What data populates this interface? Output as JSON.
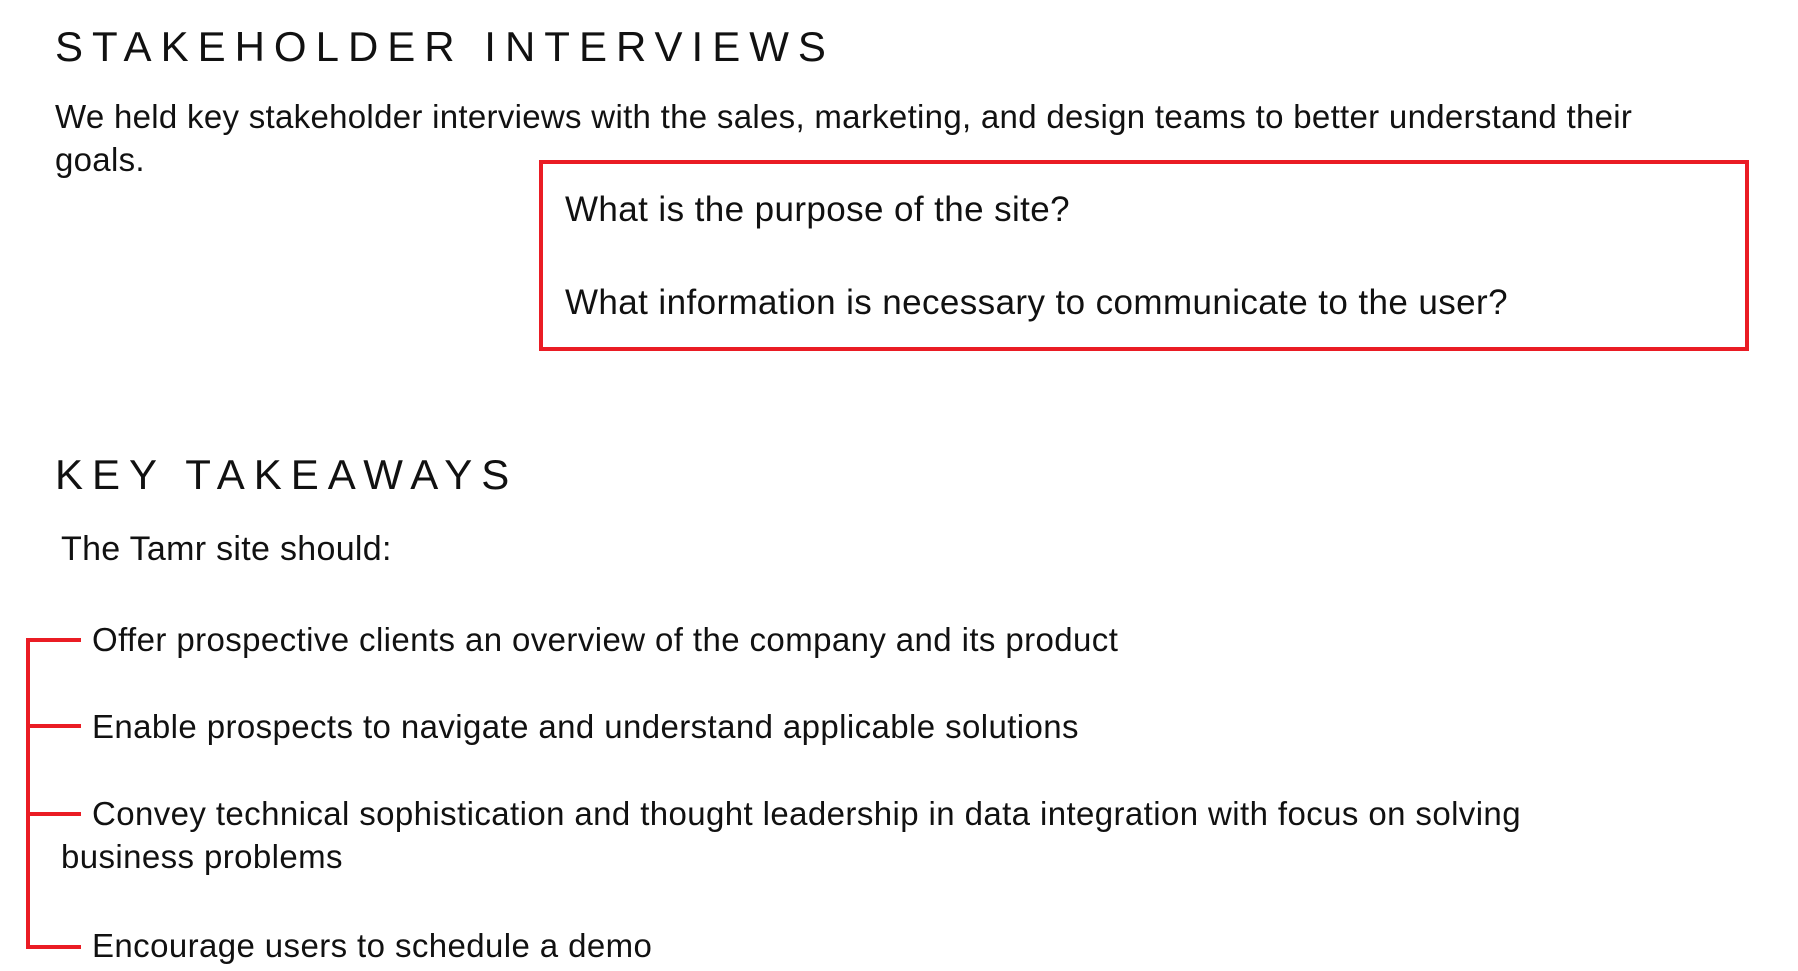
{
  "stakeholder": {
    "title": "STAKEHOLDER INTERVIEWS",
    "intro": "We held key stakeholder interviews with the sales, marketing, and design teams to better understand their goals.",
    "questions": [
      "What is the purpose of the site?",
      "What information is necessary to communicate to the user?"
    ]
  },
  "takeaways": {
    "title": "KEY TAKEAWAYS",
    "lead": "The Tamr site should:",
    "items": [
      "Offer prospective clients an overview of the company and its product",
      "Enable prospects to navigate and understand applicable solutions",
      "Convey technical sophistication and thought leadership in data integration with focus on solving business problems",
      "Encourage users to schedule a demo"
    ]
  },
  "colors": {
    "accent": "#ea1c24",
    "text": "#111111",
    "background": "#ffffff"
  }
}
